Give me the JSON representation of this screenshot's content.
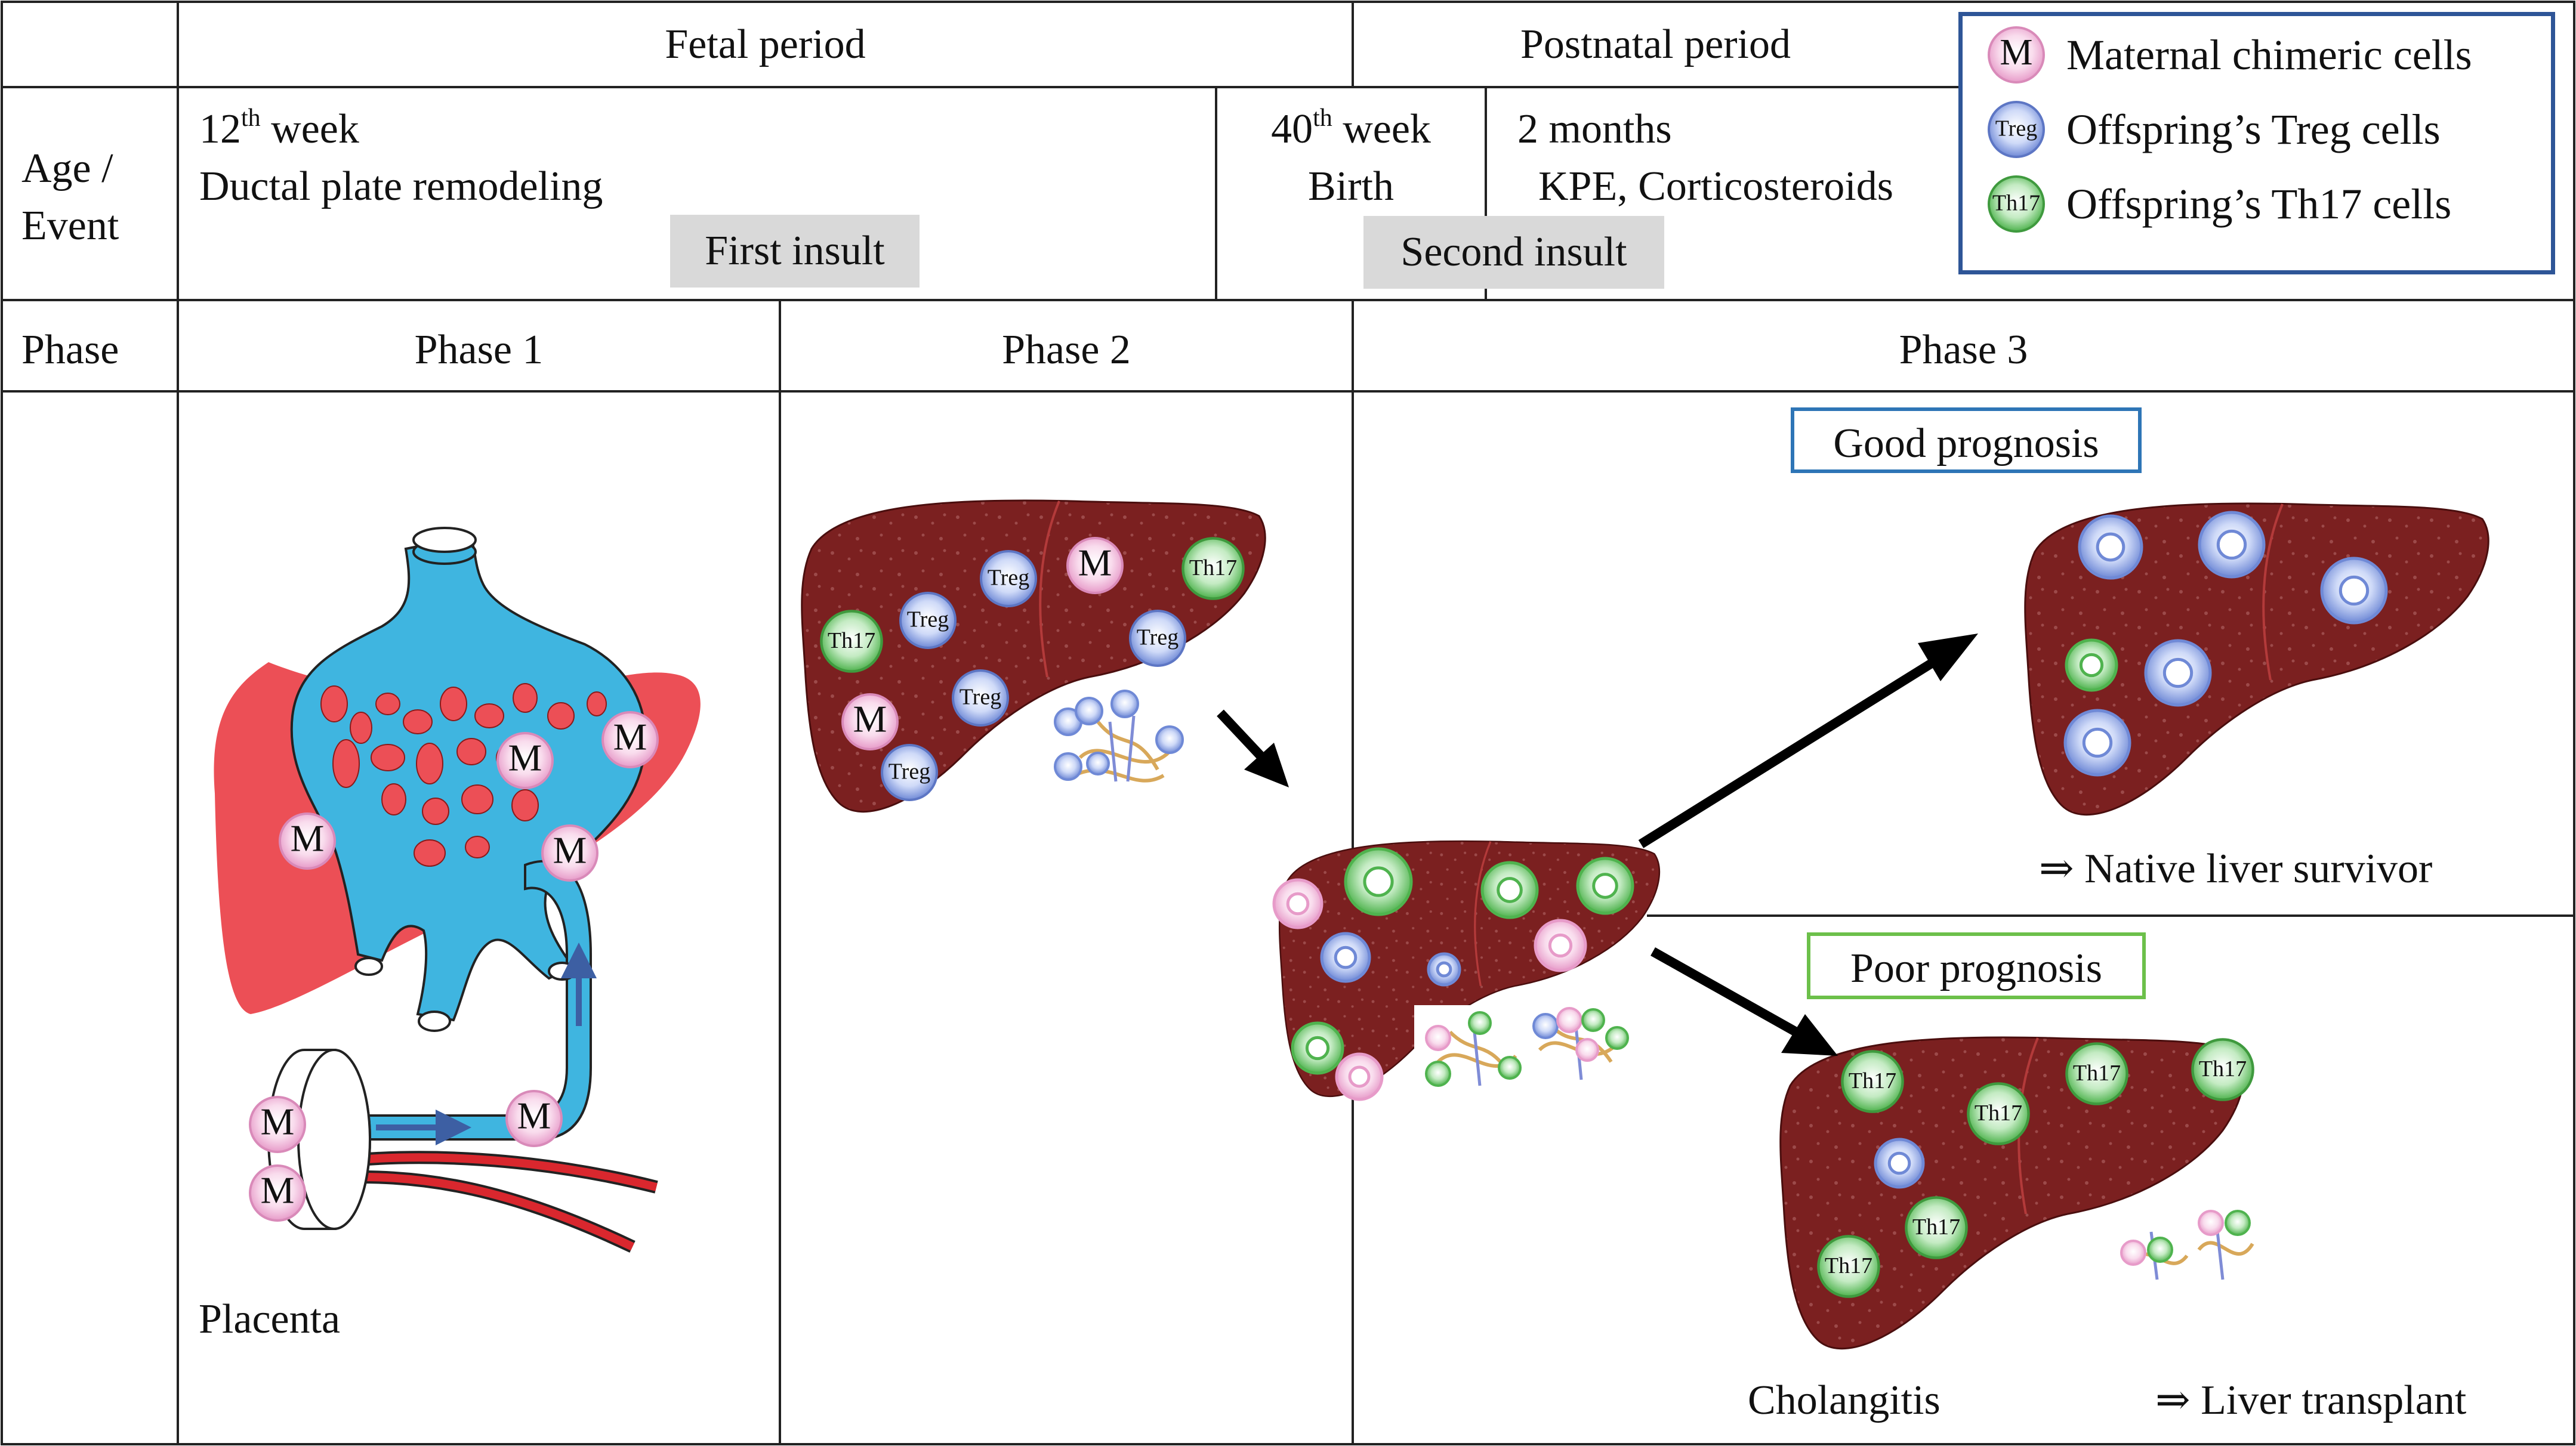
{
  "header": {
    "fetal_period": "Fetal period",
    "postnatal_period": "Postnatal period",
    "age_event_line1": "Age /",
    "age_event_line2": "Event",
    "week12_num": "12",
    "week12_sup": "th",
    "week12_word": " week",
    "ductal_plate": "Ductal plate remodeling",
    "first_insult": "First insult",
    "week40_num": "40",
    "week40_sup": "th",
    "week40_word": " week",
    "birth": "Birth",
    "two_months": "2 months",
    "kpe": "KPE, Corticosteroids",
    "second_insult": "Second insult"
  },
  "phases": {
    "phase_label": "Phase",
    "phase1": "Phase 1",
    "phase2": "Phase 2",
    "phase3": "Phase 3"
  },
  "legend": {
    "maternal": {
      "symbol": "M",
      "label": "Maternal chimeric cells"
    },
    "treg": {
      "symbol": "Treg",
      "label": "Offspring’s Treg cells"
    },
    "th17": {
      "symbol": "Th17",
      "label": "Offspring’s Th17 cells"
    }
  },
  "diagram": {
    "placenta": "Placenta",
    "good_prognosis": "Good prognosis",
    "native_survivor": "⇒  Native liver survivor",
    "poor_prognosis": "Poor prognosis",
    "cholangitis": "Cholangitis",
    "liver_transplant": "⇒  Liver transplant",
    "cell_M": "M",
    "cell_treg": "Treg",
    "cell_th17": "Th17"
  },
  "colors": {
    "liver": "#7b2020",
    "liver_stroke": "#4a0e0e",
    "vessel_blue": "#3fb5e0",
    "liver_red": "#ec4f56",
    "maternal_pink": "#f3c3de",
    "treg_blue": "#a9b9ea",
    "th17_green": "#8fd18e",
    "good_border": "#2e75b6",
    "poor_border": "#6cc04a",
    "legend_border": "#2e5597",
    "insult_bg": "#d9d9d9"
  }
}
